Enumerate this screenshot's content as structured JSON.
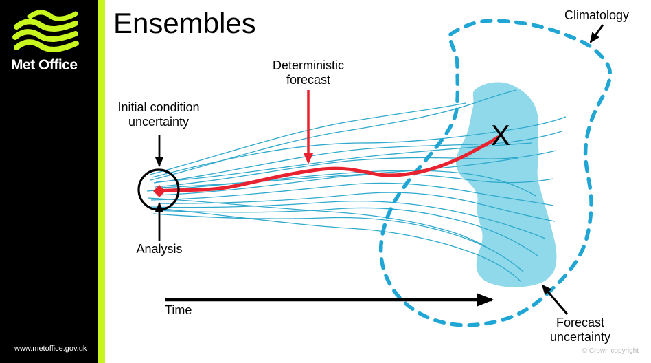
{
  "sidebar": {
    "brand": "Met Office",
    "url": "www.metoffice.gov.uk"
  },
  "slide": {
    "title": "Ensembles",
    "copyright": "© Crown copyright"
  },
  "diagram": {
    "labels": {
      "climatology": "Climatology",
      "deterministic": {
        "line1": "Deterministic",
        "line2": "forecast"
      },
      "initial_condition": {
        "line1": "Initial condition",
        "line2": "uncertainty"
      },
      "analysis": "Analysis",
      "time": "Time",
      "forecast_uncertainty": {
        "line1": "Forecast",
        "line2": "uncertainty"
      },
      "x_marker": "X"
    },
    "colors": {
      "brand_lime": "#C8F51E",
      "ensemble_line": "#2FA9CC",
      "climatology_dash": "#1FA6D4",
      "uncertainty_fill": "#8FD9EA",
      "deterministic_red": "#E8222E",
      "annotation_black": "#000000"
    }
  }
}
